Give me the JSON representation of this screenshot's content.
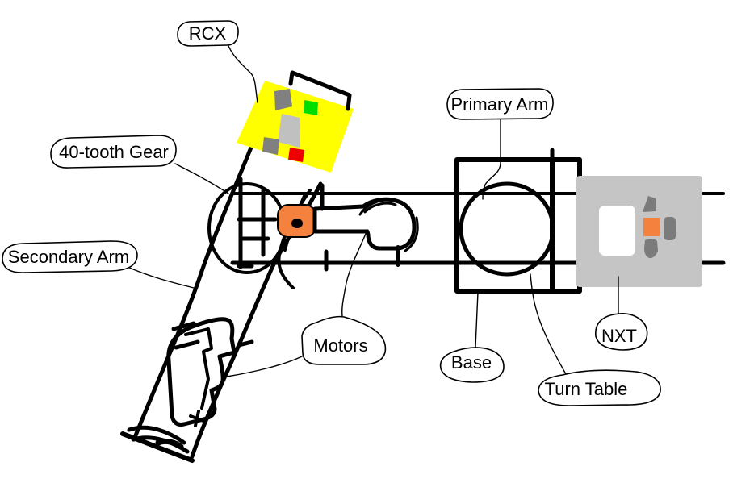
{
  "diagram": {
    "labels": {
      "rcx": "RCX",
      "primary_arm": "Primary Arm",
      "forty_tooth_gear": "40-tooth Gear",
      "secondary_arm": "Secondary Arm",
      "motors": "Motors",
      "base": "Base",
      "nxt": "NXT",
      "turn_table": "Turn Table"
    },
    "colors": {
      "rcx_body": "#FFFF00",
      "rcx_button_green": "#00DD00",
      "rcx_button_red": "#EE0000",
      "dark_gray": "#808080",
      "light_gray": "#C0C0C0",
      "motor_orange": "#F4823E",
      "motor_gray": "#C9C9C9",
      "nxt_body": "#C5C5C5",
      "nxt_button_gray": "#7B7B7B",
      "nxt_button_orange": "#F4823E",
      "line": "#000000",
      "background": "#FFFFFF"
    }
  }
}
